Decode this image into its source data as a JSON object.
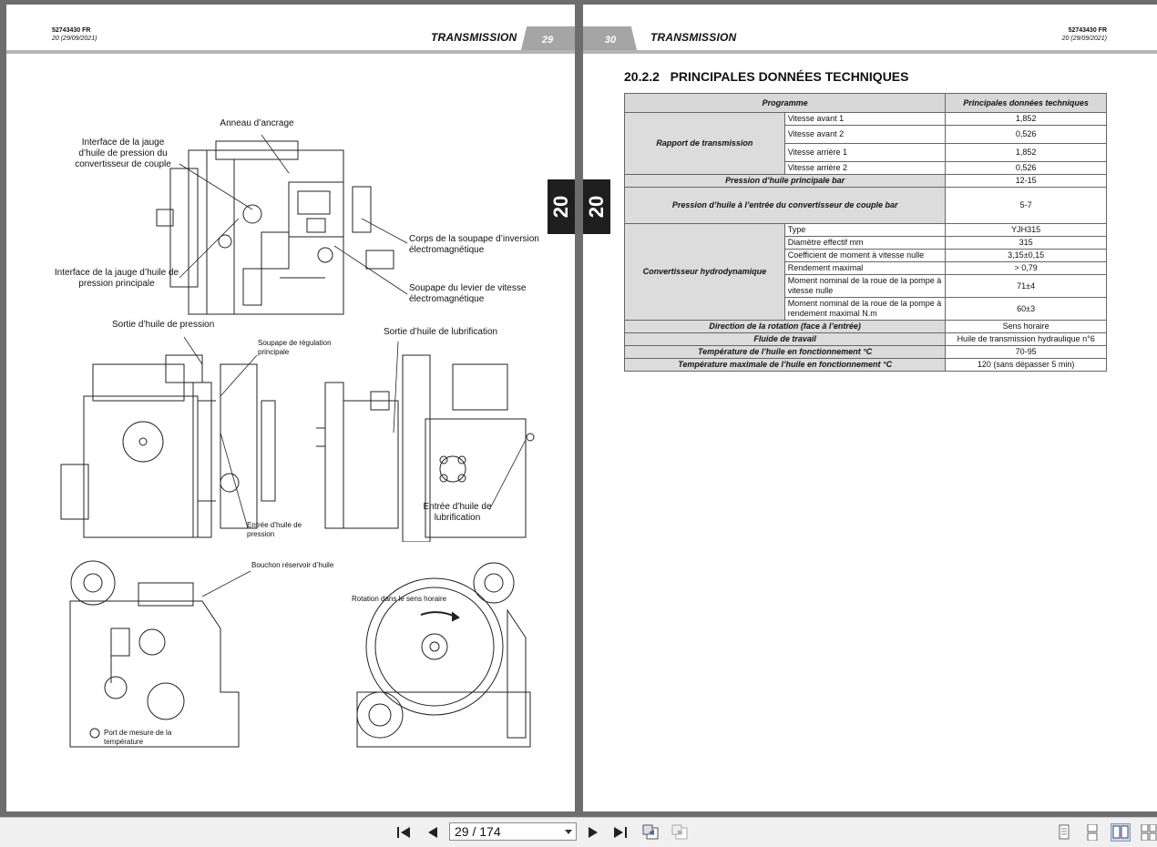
{
  "left_page": {
    "doc_id": "52743430 FR",
    "doc_date": "20 (29/09/2021)",
    "section": "TRANSMISSION",
    "page_number": "29",
    "chapter": "20",
    "labels": {
      "anneau": "Anneau d’ancrage",
      "interface_conv": "Interface de la jauge d’huile de pression du convertisseur de couple",
      "corps_soupape": "Corps de la soupape d’inversion électromagnétique",
      "interface_princ": "Interface de la jauge d’huile de pression principale",
      "soupape_levier": "Soupape du levier de vitesse électromagnétique",
      "sortie_pression": "Sortie d’huile de pression",
      "soupape_regulation": "Soupape de régulation principale",
      "sortie_lubri": "Sortie d’huile de lubrification",
      "entree_pression": "Entrée d’huile de pression",
      "entree_lubri": "Entrée d’huile de lubrification",
      "bouchon": "Bouchon réservoir d’huile",
      "rotation": "Rotation dans le sens horaire",
      "port_mesure": "Port de mesure de la température"
    }
  },
  "right_page": {
    "doc_id": "52743430 FR",
    "doc_date": "20 (29/09/2021)",
    "section": "TRANSMISSION",
    "page_number": "30",
    "chapter": "20",
    "heading": "20.2.2   PRINCIPALES DONNÉES TECHNIQUES",
    "table": {
      "col1": "Programme",
      "col2": "Principales données techniques",
      "rapport": {
        "label": "Rapport de transmission",
        "rows": [
          {
            "name": "Vitesse avant 1",
            "value": "1,852"
          },
          {
            "name": "Vitesse avant 2",
            "value": "0,526"
          },
          {
            "name": "Vitesse arrière 1",
            "value": "1,852"
          },
          {
            "name": "Vitesse arrière 2",
            "value": "0,526"
          }
        ]
      },
      "pression_principale": {
        "label": "Pression d’huile principale bar",
        "value": "12-15"
      },
      "pression_entree": {
        "label": "Pression d’huile à l’entrée du convertisseur de couple bar",
        "value": "5-7"
      },
      "convertisseur": {
        "label": "Convertisseur hydrodynamique",
        "rows": [
          {
            "name": "Type",
            "value": "YJH315"
          },
          {
            "name": "Diamètre effectif mm",
            "value": "315"
          },
          {
            "name": "Coefficient de moment à vitesse nulle",
            "value": "3,15±0,15"
          },
          {
            "name": "Rendement maximal",
            "value": "> 0,79"
          },
          {
            "name": "Moment nominal de la roue de la pompe à vitesse nulle",
            "value": "71±4"
          },
          {
            "name": "Moment nominal de la roue de la pompe à rendement maximal N.m",
            "value": "60±3"
          }
        ]
      },
      "direction": {
        "label": "Direction de la rotation (face à l’entrée)",
        "value": "Sens horaire"
      },
      "fluide": {
        "label": "Fluide de travail",
        "value": "Huile de transmission hydraulique n°6"
      },
      "temp": {
        "label": "Température de l’huile en fonctionnement °C",
        "value": "70-95"
      },
      "temp_max": {
        "label": "Température maximale de l’huile en fonctionnement °C",
        "value": "120 (sans dépasser 5 min)"
      }
    }
  },
  "toolbar": {
    "page_field": "29 / 174",
    "icons": [
      "first-page-icon",
      "prev-page-icon",
      "next-page-icon",
      "last-page-icon",
      "go-back-icon",
      "go-forward-icon",
      "single-page-icon",
      "continuous-icon",
      "facing-icon",
      "continuous-facing-icon"
    ]
  }
}
